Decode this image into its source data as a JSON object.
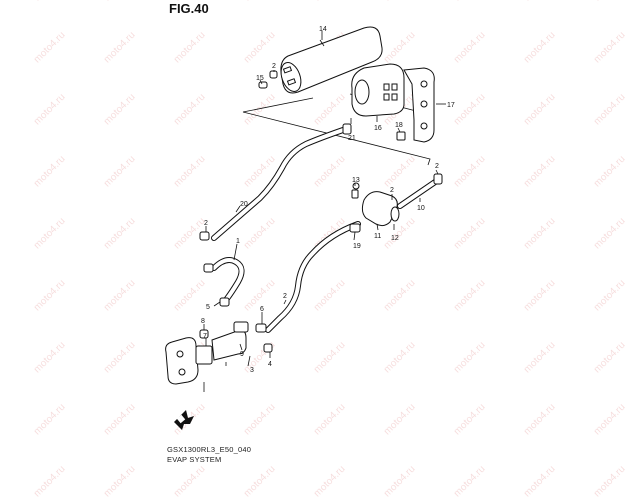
{
  "figure": {
    "title": "FIG.40",
    "part_code": "GSX1300RL3_E50_040",
    "system_name": "EVAP SYSTEM"
  },
  "watermark_text": "moto4.ru",
  "callouts": [
    "14",
    "15",
    "2",
    "16",
    "17",
    "18",
    "21",
    "13",
    "2",
    "20",
    "2",
    "1",
    "11",
    "12",
    "10",
    "2",
    "19",
    "2",
    "6",
    "5",
    "8",
    "7",
    "9",
    "3",
    "4"
  ],
  "icons": [
    "canister",
    "bracket",
    "clamp",
    "hose",
    "valve",
    "front-arrow-icon"
  ]
}
